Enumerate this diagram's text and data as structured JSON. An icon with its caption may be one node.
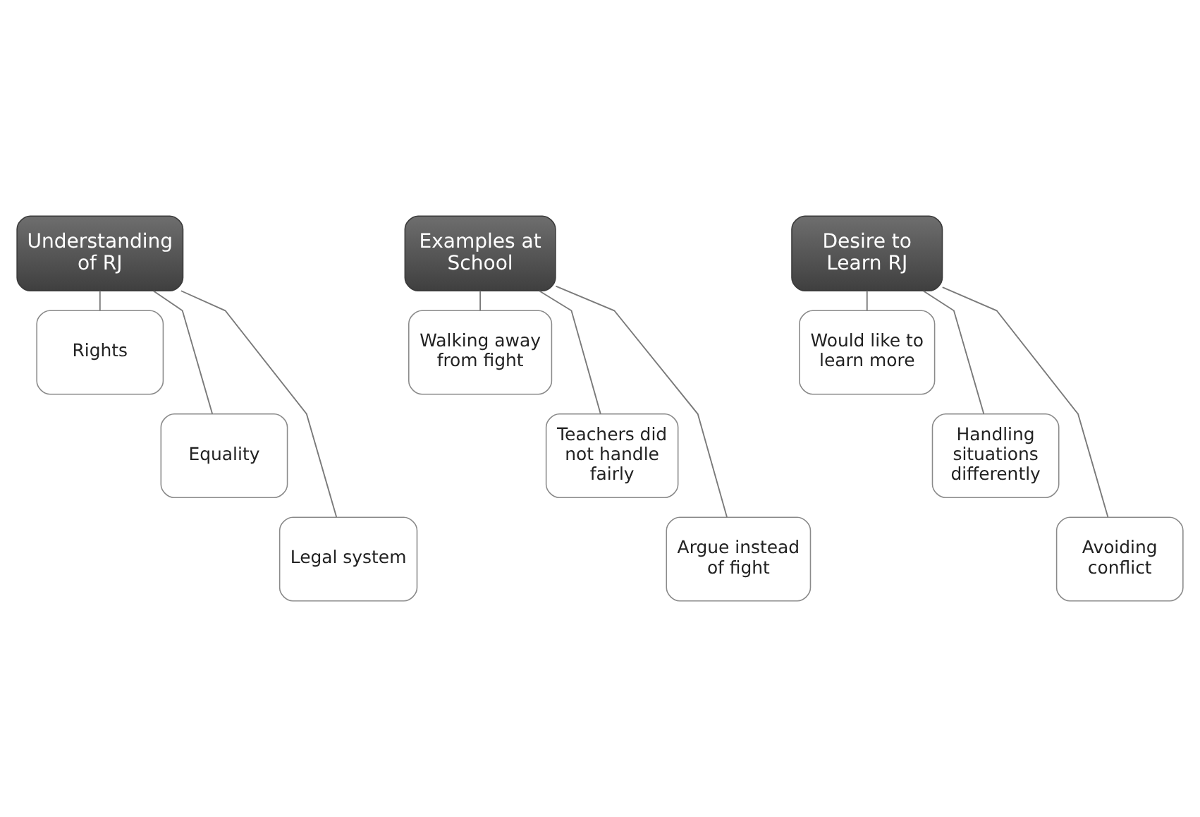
{
  "diagram": {
    "nodes": [
      {
        "text": [
          "Understanding of RJ"
        ]
      },
      {
        "text": [
          "Rights"
        ]
      },
      {
        "text": [
          "Equality"
        ]
      },
      {
        "text": [
          "Legal system"
        ]
      },
      {
        "text": [
          "Examples at School"
        ]
      },
      {
        "text": [
          "Walking away from fight"
        ]
      },
      {
        "text": [
          "Teachers did not handle fairly"
        ]
      },
      {
        "text": [
          "Argue instead of fight"
        ]
      },
      {
        "text": [
          "Desire to Learn RJ"
        ]
      },
      {
        "text": [
          "Would like to learn more"
        ]
      },
      {
        "text": [
          "Handling situations differently"
        ]
      },
      {
        "text": [
          "Avoiding conflict"
        ]
      }
    ],
    "edges": [
      {
        "from": 0,
        "to": 1,
        "arrow": "none"
      },
      {
        "from": 0,
        "to": 2,
        "arrow": "none"
      },
      {
        "from": 0,
        "to": 3,
        "arrow": "none"
      },
      {
        "from": 4,
        "to": 5,
        "arrow": "none"
      },
      {
        "from": 4,
        "to": 6,
        "arrow": "none"
      },
      {
        "from": 4,
        "to": 7,
        "arrow": "none"
      },
      {
        "from": 8,
        "to": 9,
        "arrow": "none"
      },
      {
        "from": 8,
        "to": 10,
        "arrow": "none"
      },
      {
        "from": 8,
        "to": 11,
        "arrow": "none"
      }
    ]
  }
}
